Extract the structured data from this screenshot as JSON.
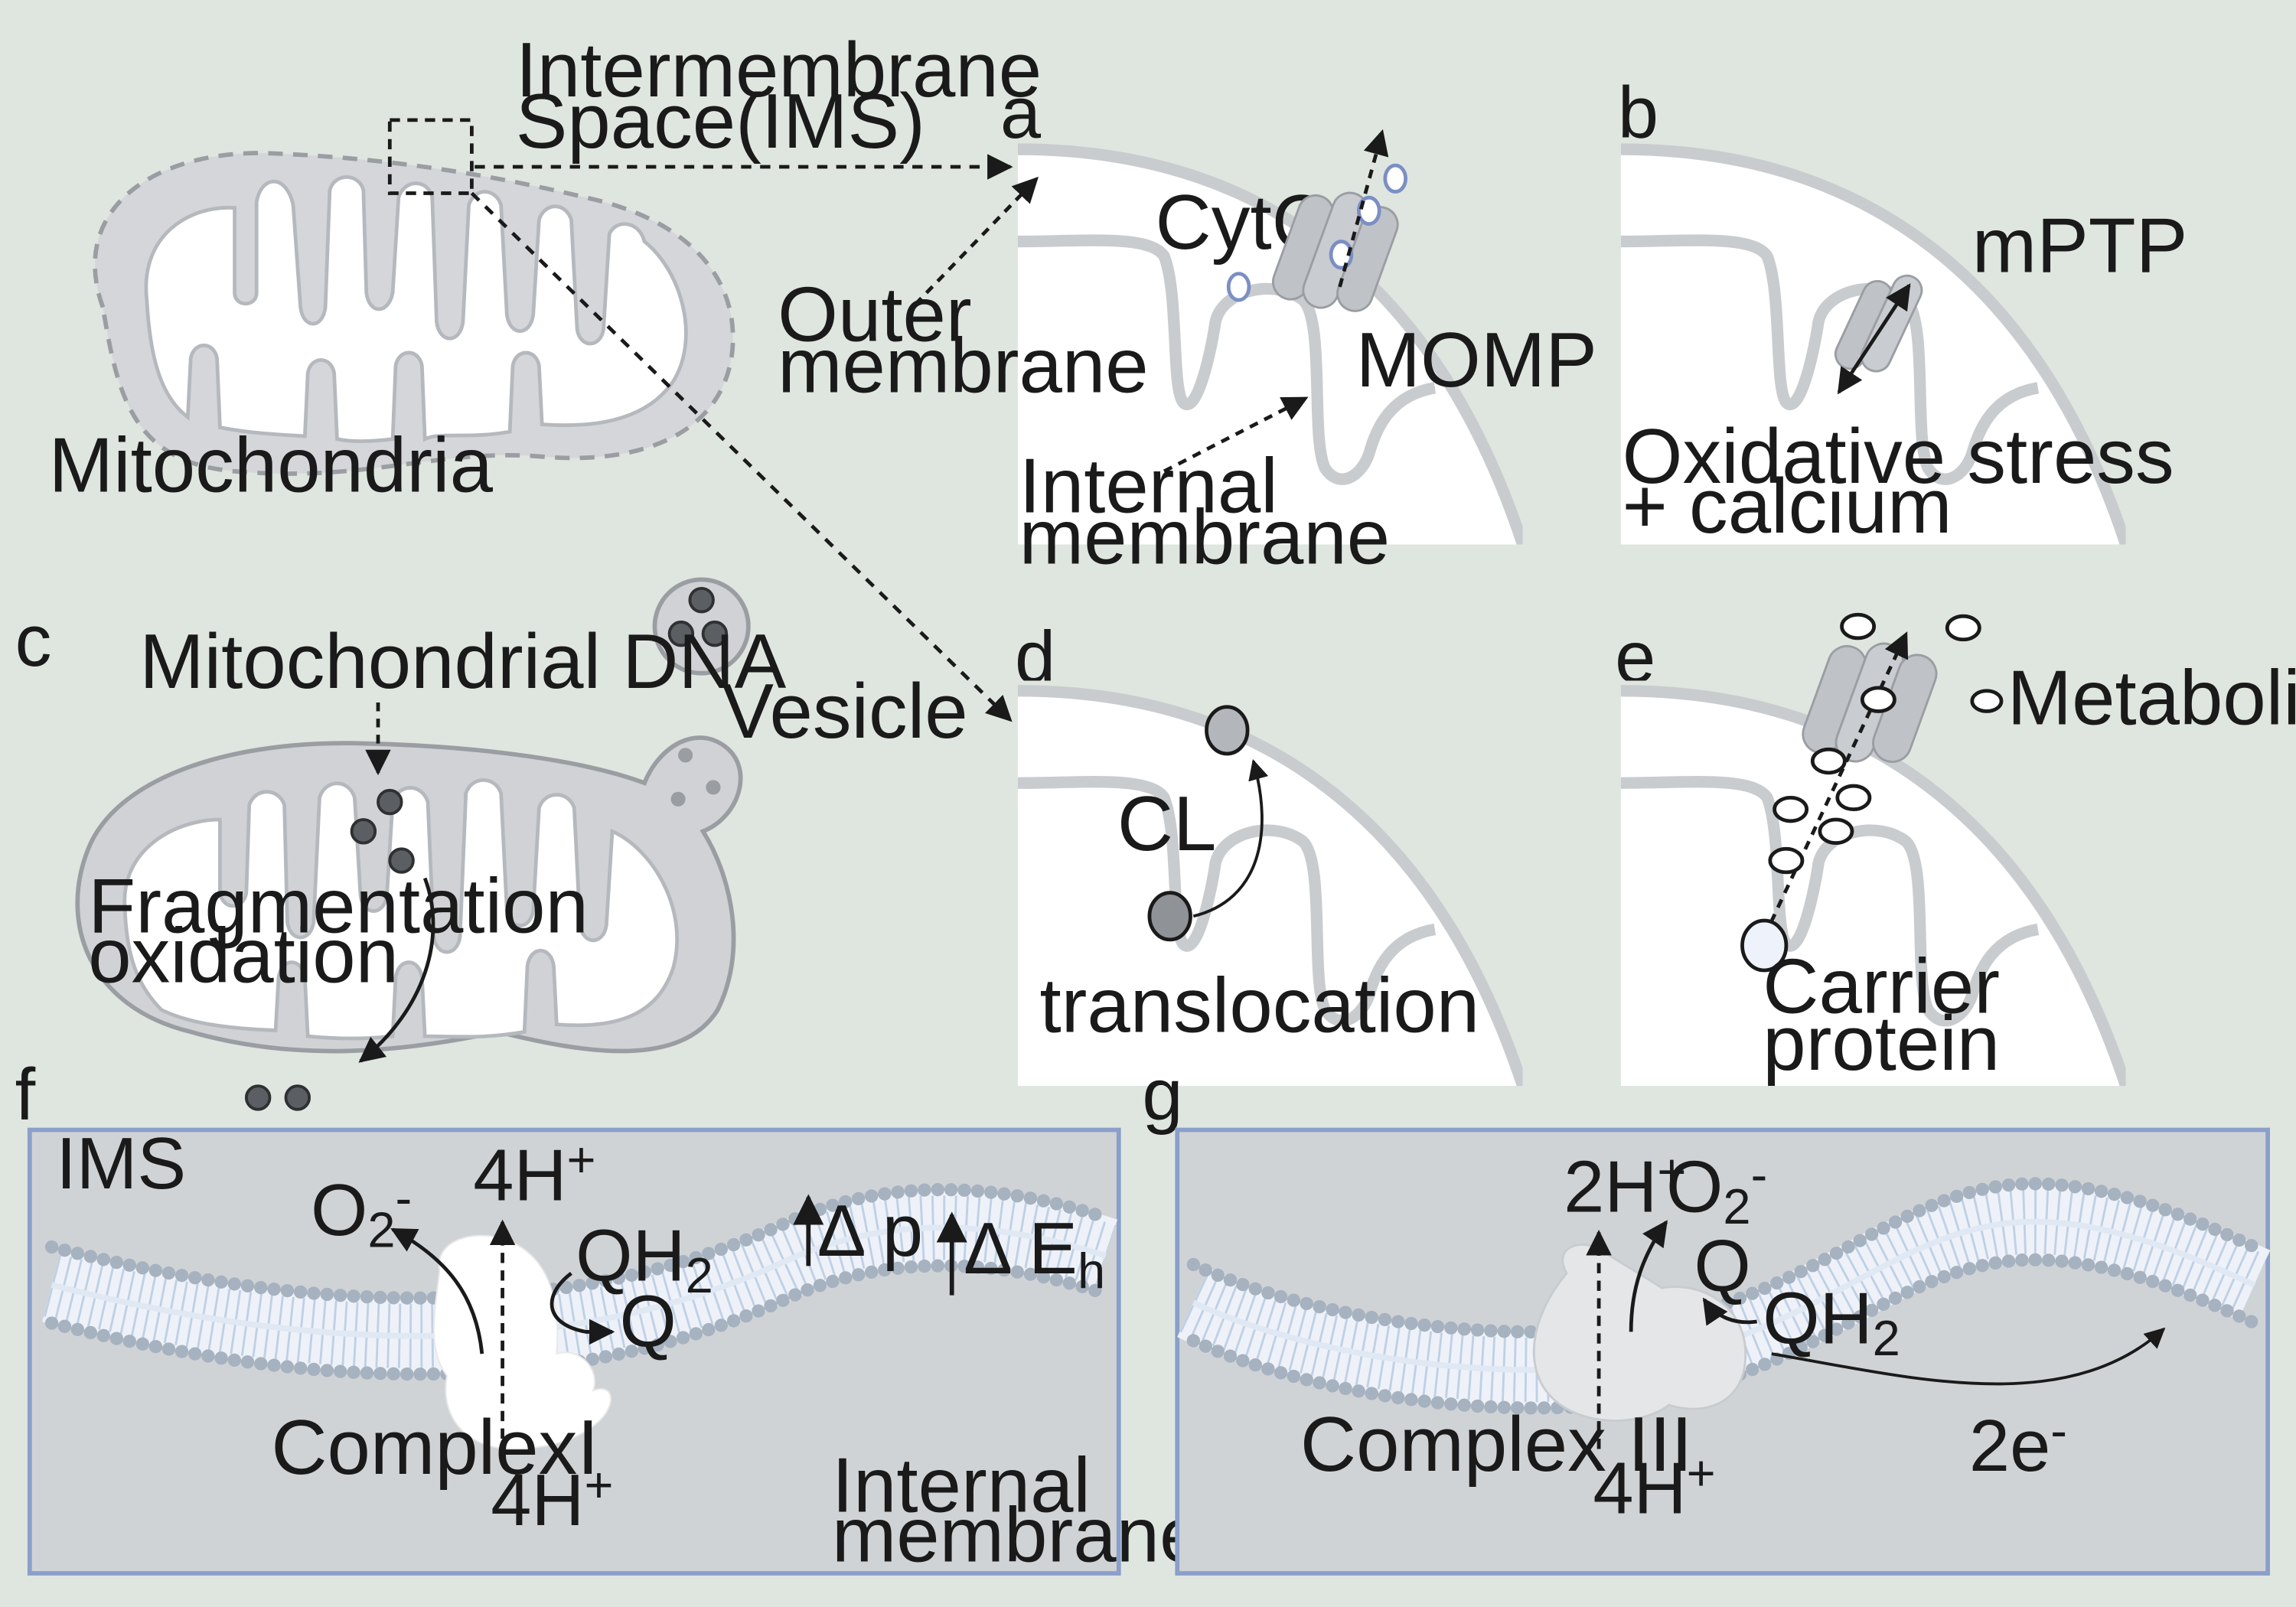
{
  "panel_letters": {
    "a": "a",
    "b": "b",
    "c": "c",
    "d": "d",
    "e": "e",
    "f": "f",
    "g": "g"
  },
  "labels": {
    "ims_line1": "Intermembrane",
    "ims_line2": "Space(IMS)",
    "mitochondria": "Mitochondria",
    "outer_line1": "Outer",
    "outer_line2": "membrane",
    "cytc": "CytC",
    "momp": "MOMP",
    "internal_line1": "Internal",
    "internal_line2": "membrane",
    "mptp": "mPTP",
    "oxidative_line1": "Oxidative stress",
    "oxidative_line2": "+ calcium",
    "mito_dna": "Mitochondrial DNA",
    "vesicle": "Vesicle",
    "frag_line1": "Fragmentation",
    "frag_line2": "oxidation",
    "cl": "CL",
    "translocation": "translocation",
    "metabolites": "Metabolites",
    "carrier_line1": "Carrier",
    "carrier_line2": "protein"
  },
  "panel_f": {
    "ims": "IMS",
    "o2": "O",
    "o2_sub": "2",
    "o2_sup": "-",
    "h_top": "4H",
    "h_top_sup": "+",
    "qh2": "QH",
    "qh2_sub": "2",
    "q": "Q",
    "dp": "Δ p",
    "de": "Δ E",
    "de_sub": "h",
    "complex": "ComplexI",
    "h_bottom": "4H",
    "h_bottom_sup": "+",
    "internal_line1": "Internal",
    "internal_line2": "membrane"
  },
  "panel_g": {
    "h_top": "2H",
    "h_top_sup": "+",
    "o2": "O",
    "o2_sub": "2",
    "o2_sup": "-",
    "q": "Q",
    "qh2": "QH",
    "qh2_sub": "2",
    "complex": "Complex III",
    "e": "2e",
    "e_sup": "-",
    "h_bottom": "4H",
    "h_bottom_sup": "+"
  },
  "colors": {
    "background": "#dfe6df",
    "organelle_fill": "#d4d6d9",
    "organelle_stroke": "#9a9ea3",
    "panel_box_fill": "#d0d3d6",
    "panel_box_border": "#8a9fca",
    "cytc_ring": "#7b8fc4"
  }
}
